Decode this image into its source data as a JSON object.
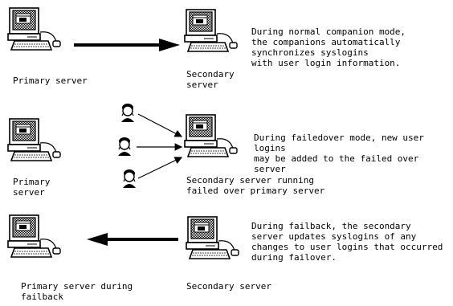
{
  "rows": [
    {
      "left_label": "Primary server",
      "right_label": "Secondary\nserver",
      "description": "During normal companion mode,\nthe companions automatically\nsynchronizes syslogins\nwith user login information."
    },
    {
      "left_label": "Primary\nserver",
      "right_label": "Secondary server running\nfailed over primary server",
      "description": "During failedover mode, new user logins\nmay be added to the failed over server"
    },
    {
      "left_label": "Primary server during\nfailback",
      "right_label": "Secondary server",
      "description": "During failback, the secondary\nserver updates syslogins of any\nchanges to user logins that occurred\nduring failover."
    }
  ],
  "icons": [
    "computer-icon",
    "user-icon"
  ]
}
